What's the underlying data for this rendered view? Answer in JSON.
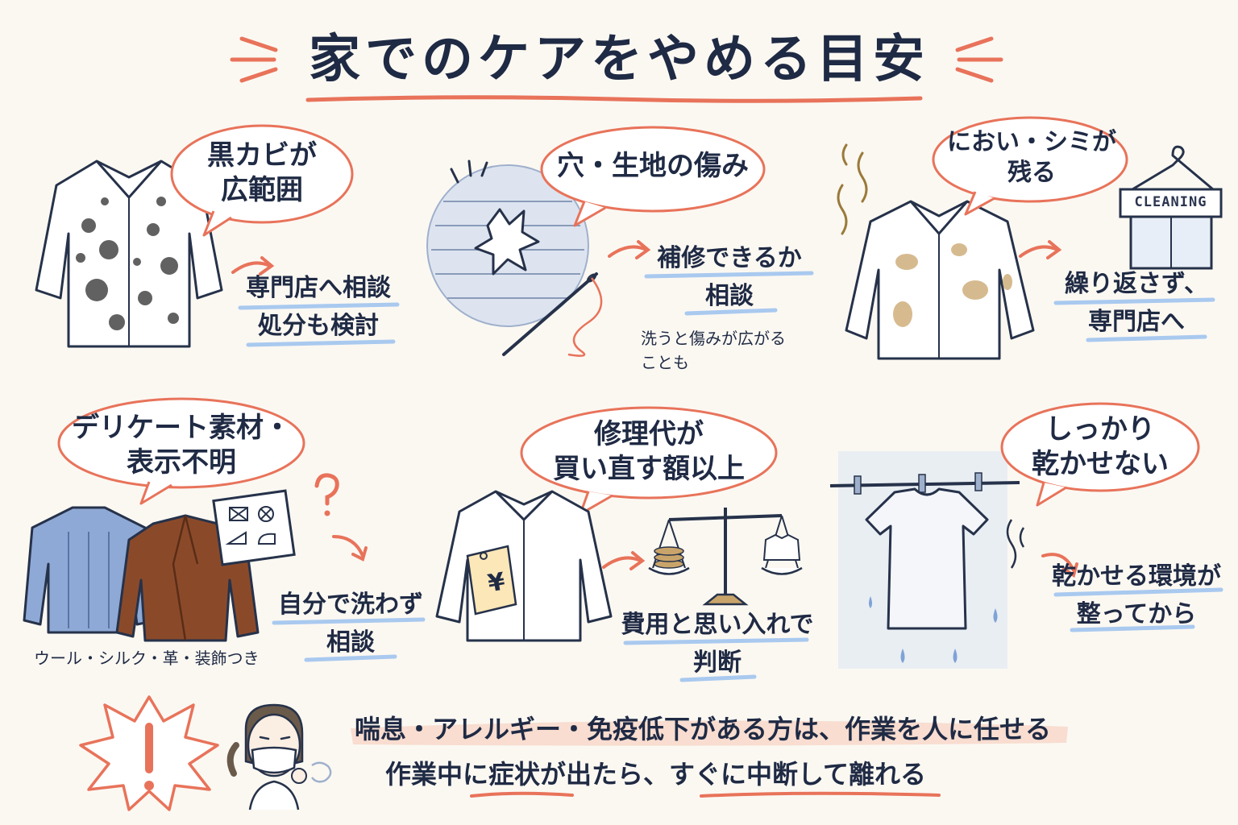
{
  "title": "家でのケアをやめる目安",
  "colors": {
    "ink": "#26324a",
    "accent": "#e8735a",
    "underline_blue": "#a9c9ef",
    "background": "#fbf8f2",
    "mold": "#3a3a3a",
    "stain": "#c9a46a",
    "leather": "#8a4a2a",
    "wool": "#8fa9d6"
  },
  "cards": [
    {
      "bubble": [
        "黒カビが",
        "広範囲"
      ],
      "advice": [
        "専門店へ相談",
        "処分も検討"
      ],
      "icon": "moldy-shirt"
    },
    {
      "bubble": [
        "穴・生地の傷み"
      ],
      "advice": [
        "補修できるか",
        "相談"
      ],
      "sub_note": [
        "洗うと傷みが広がる",
        "ことも"
      ],
      "icon": "torn-knit-with-needle"
    },
    {
      "bubble": [
        "におい・シミが",
        "残る"
      ],
      "advice": [
        "繰り返さず、",
        "専門店へ"
      ],
      "sign": "CLEANING",
      "icon": "stained-shirt"
    },
    {
      "bubble": [
        "デリケート素材・",
        "表示不明"
      ],
      "advice": [
        "自分で洗わず",
        "相談"
      ],
      "sub_note": [
        "ウール・シルク・革・装飾つき"
      ],
      "icon": "sweater-and-leather-jacket"
    },
    {
      "bubble": [
        "修理代が",
        "買い直す額以上"
      ],
      "advice": [
        "費用と思い入れで",
        "判断"
      ],
      "tag": "¥",
      "icon": "shirt-with-price-tag"
    },
    {
      "bubble": [
        "しっかり",
        "乾かせない"
      ],
      "advice": [
        "乾かせる環境が",
        "整ってから"
      ],
      "icon": "wet-tshirt-hanging"
    }
  ],
  "warning": {
    "line1": "喘息・アレルギー・免疫低下がある方は、作業を人に任せる",
    "line2": "作業中に症状が出たら、すぐに中断して離れる"
  }
}
